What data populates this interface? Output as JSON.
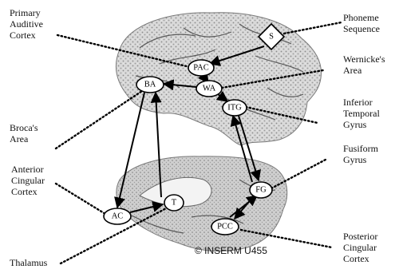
{
  "labels": {
    "phoneme_line1": "Phoneme",
    "phoneme_line2": "Sequence",
    "primary_line1": "Primary",
    "primary_line2": "Auditive",
    "primary_line3": "Cortex",
    "wernicke_line1": "Wernicke's",
    "wernicke_line2": "Area",
    "inferior_line1": "Inferior",
    "inferior_line2": "Temporal",
    "inferior_line3": "Gyrus",
    "broca_line1": "Broca's",
    "broca_line2": "Area",
    "fusiform_line1": "Fusiform",
    "fusiform_line2": "Gyrus",
    "anterior_line1": "Anterior",
    "anterior_line2": "Cingular",
    "anterior_line3": "Cortex",
    "posterior_line1": "Posterior",
    "posterior_line2": "Cingular",
    "posterior_line3": "Cortex",
    "thalamus": "Thalamus"
  },
  "nodes": {
    "s": "S",
    "pac": "PAC",
    "wa": "WA",
    "ba": "BA",
    "itg": "ITG",
    "fg": "FG",
    "t": "T",
    "ac": "AC",
    "pcc": "PCC"
  },
  "copyright": "© INSERM U455"
}
